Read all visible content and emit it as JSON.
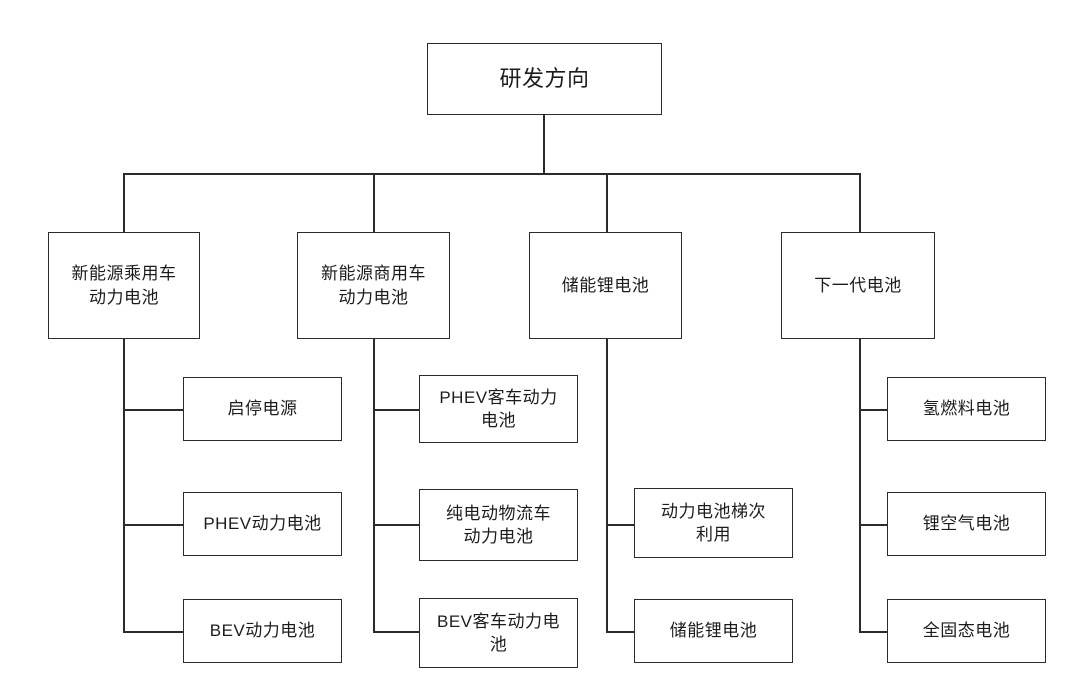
{
  "diagram": {
    "type": "org-tree",
    "title": "研发方向",
    "orientation": "top-down",
    "levels": 3,
    "colors": {
      "background": "#ffffff",
      "border": "#2b2b2b",
      "text": "#1c1c1c",
      "connector": "#2b2b2b"
    },
    "root": {
      "label": "研发方向"
    },
    "branches": [
      {
        "label": "新能源乘用车\n动力电池",
        "children": [
          {
            "label": "启停电源"
          },
          {
            "label": "PHEV动力电池"
          },
          {
            "label": "BEV动力电池"
          }
        ]
      },
      {
        "label": "新能源商用车\n动力电池",
        "children": [
          {
            "label": "PHEV客车动力\n电池"
          },
          {
            "label": "纯电动物流车\n动力电池"
          },
          {
            "label": "BEV客车动力电\n池"
          }
        ]
      },
      {
        "label": "储能锂电池",
        "children": [
          {
            "label": "动力电池梯次\n利用"
          },
          {
            "label": "储能锂电池"
          }
        ]
      },
      {
        "label": "下一代电池",
        "children": [
          {
            "label": "氢燃料电池"
          },
          {
            "label": "锂空气电池"
          },
          {
            "label": "全固态电池"
          }
        ]
      }
    ]
  }
}
